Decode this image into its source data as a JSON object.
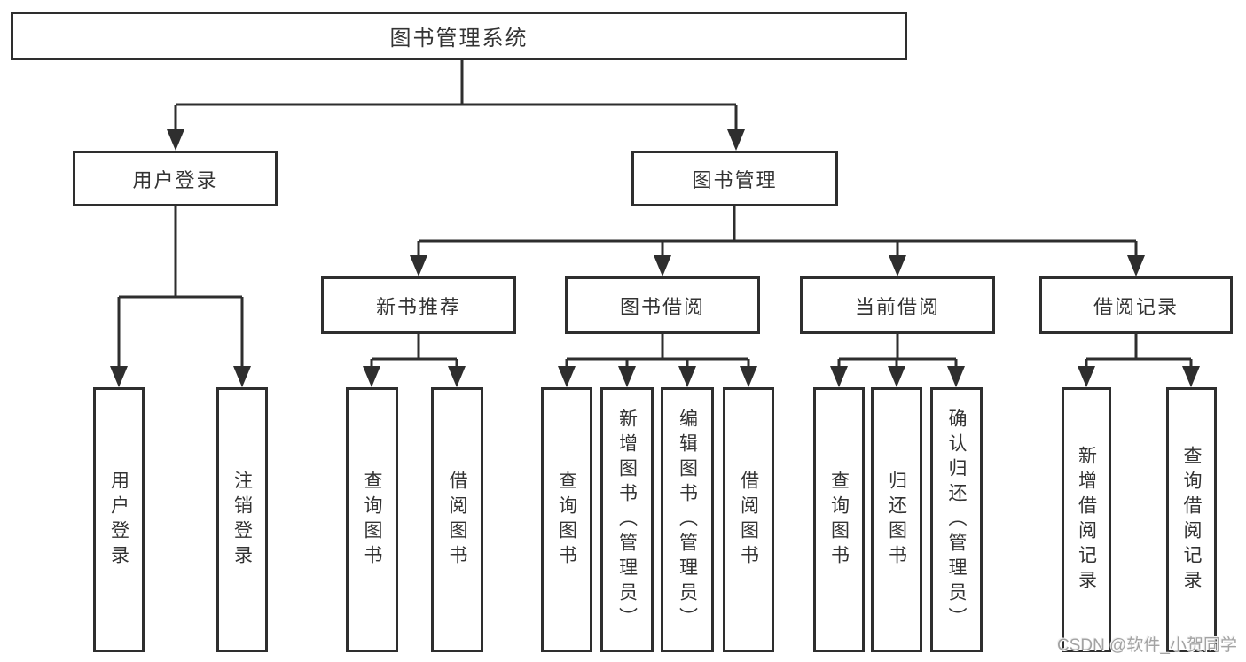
{
  "nodes": {
    "root": {
      "label": "图书管理系统",
      "children": [
        "user_login",
        "book_mgmt"
      ]
    },
    "user_login": {
      "label": "用户登录",
      "children": [
        "leaf_user_login",
        "leaf_logout"
      ]
    },
    "book_mgmt": {
      "label": "图书管理",
      "children": [
        "new_book_rec",
        "book_borrow",
        "current_borrow",
        "borrow_records"
      ]
    },
    "new_book_rec": {
      "label": "新书推荐",
      "children": [
        "leaf_rec_query",
        "leaf_rec_borrow"
      ]
    },
    "book_borrow": {
      "label": "图书借阅",
      "children": [
        "leaf_bb_query",
        "leaf_bb_add",
        "leaf_bb_edit",
        "leaf_bb_borrow"
      ]
    },
    "current_borrow": {
      "label": "当前借阅",
      "children": [
        "leaf_cb_query",
        "leaf_cb_return",
        "leaf_cb_confirm"
      ]
    },
    "borrow_records": {
      "label": "借阅记录",
      "children": [
        "leaf_br_add",
        "leaf_br_query"
      ]
    },
    "leaf_user_login": {
      "label": "用户登录"
    },
    "leaf_logout": {
      "label": "注销登录"
    },
    "leaf_rec_query": {
      "label": "查询图书"
    },
    "leaf_rec_borrow": {
      "label": "借阅图书"
    },
    "leaf_bb_query": {
      "label": "查询图书"
    },
    "leaf_bb_add": {
      "label": "新增图书（管理员）"
    },
    "leaf_bb_edit": {
      "label": "编辑图书（管理员）"
    },
    "leaf_bb_borrow": {
      "label": "借阅图书"
    },
    "leaf_cb_query": {
      "label": "查询图书"
    },
    "leaf_cb_return": {
      "label": "归还图书"
    },
    "leaf_cb_confirm": {
      "label": "确认归还（管理员）"
    },
    "leaf_br_add": {
      "label": "新增借阅记录"
    },
    "leaf_br_query": {
      "label": "查询借阅记录"
    }
  },
  "watermark": {
    "text": "CSDN @软件_小贺同学"
  },
  "colors": {
    "line": "#2e2e2e",
    "box_border": "#2e2e2e",
    "text": "#333333",
    "watermark": "#a3a3a3",
    "background": "#ffffff"
  }
}
